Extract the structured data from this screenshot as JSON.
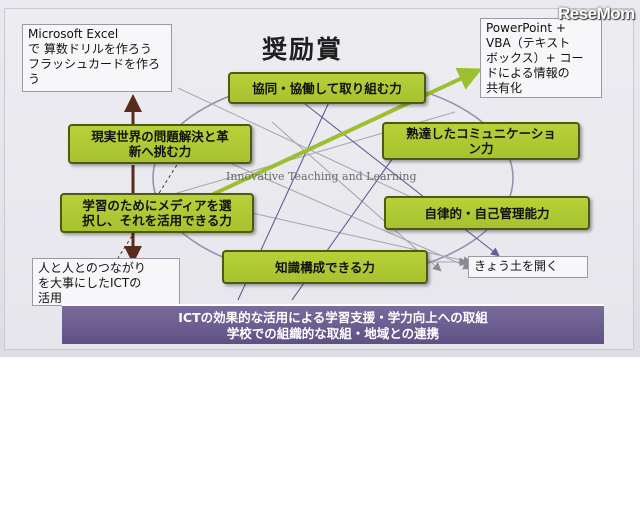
{
  "logo": "ReseMom",
  "title": "奨励賞",
  "ring_label": "Innovative Teaching and Learning",
  "green_boxes": {
    "collaboration": "協同・協働して取り組む力",
    "innovation": "現実世界の問題解決と革\n新へ挑む力",
    "media": "学習のためにメディアを選\n択し、それを活用できる力",
    "knowledge": "知識構成できる力",
    "communication": "熟達したコミュニケーショ\nン力",
    "self_management": "自律的・自己管理能力"
  },
  "white_boxes": {
    "excel": "Microsoft Excel\nで 算数ドリルを作ろう\nフラッシュカードを作ろう",
    "powerpoint": "PowerPoint +\nVBA（テキスト\nボックス）+ コー\nドによる情報の\n共有化",
    "ict": "人と人とのつながり\nを大事にしたICTの\n活用",
    "kyou": "きょう土を開く"
  },
  "banner": {
    "line1": "ICTの効果的な活用による学習支援・学力向上への取組",
    "line2": "学校での組織的な取組・地域との連携"
  },
  "colors": {
    "green_fill": "#afc934",
    "green_border": "#4e5a13",
    "banner": "#6a5b8e",
    "arrow_green": "#9bbf2f",
    "arrow_brown": "#5a2a1a"
  }
}
